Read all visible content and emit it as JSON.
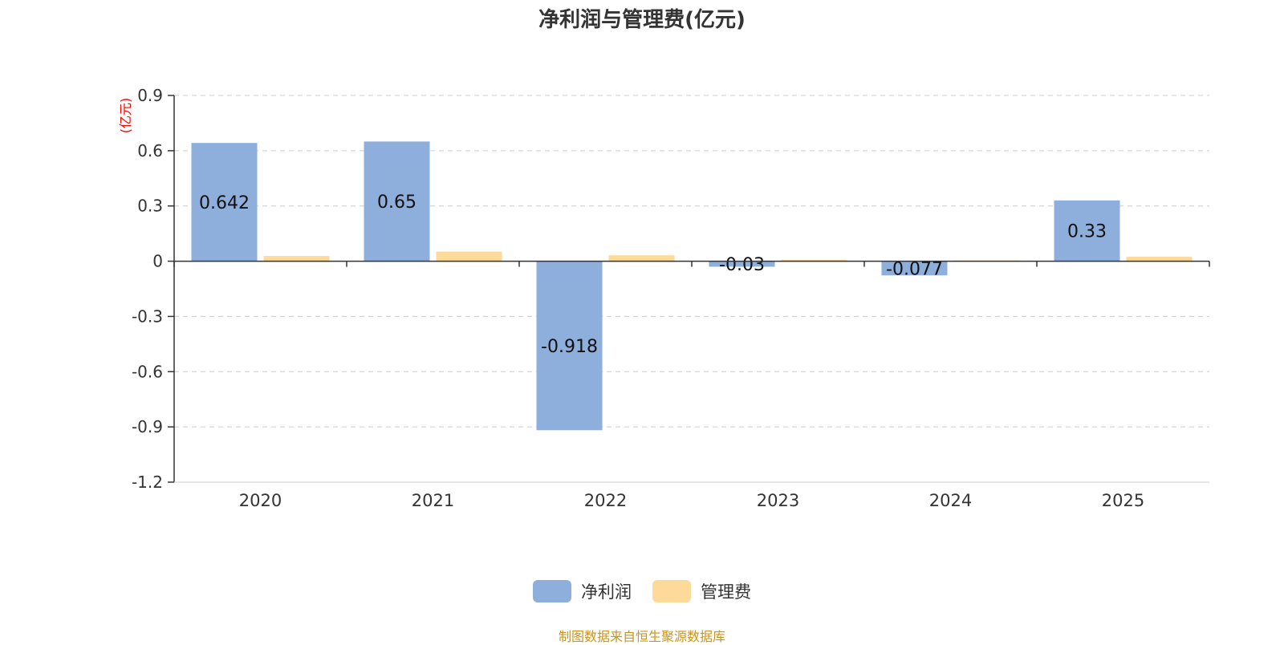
{
  "title": "净利润与管理费(亿元)",
  "source": "制图数据来自恒生聚源数据库",
  "colors": {
    "net_profit": "#8eaedb",
    "admin_fee": "#fdd99a",
    "unit_label": "#ff0000",
    "source": "#c8941a"
  },
  "chart_data": {
    "type": "bar",
    "title": "净利润与管理费(亿元)",
    "ylabel": "(亿元)",
    "xlabel": "",
    "categories": [
      "2020",
      "2021",
      "2022",
      "2023",
      "2024",
      "2025"
    ],
    "ylim": [
      -1.2,
      0.9
    ],
    "yticks": [
      "0.9",
      "0.6",
      "0.3",
      "0",
      "-0.3",
      "-0.6",
      "-0.9",
      "-1.2"
    ],
    "grid": true,
    "legend_position": "bottom-center",
    "series": [
      {
        "name": "净利润",
        "values": [
          0.642,
          0.65,
          -0.918,
          -0.03,
          -0.077,
          0.33
        ],
        "labels": [
          "0.642",
          "0.65",
          "-0.918",
          "-0.03",
          "-0.077",
          "0.33"
        ]
      },
      {
        "name": "管理费",
        "values": [
          0.028,
          0.052,
          0.032,
          0.008,
          0.004,
          0.024
        ]
      }
    ]
  }
}
